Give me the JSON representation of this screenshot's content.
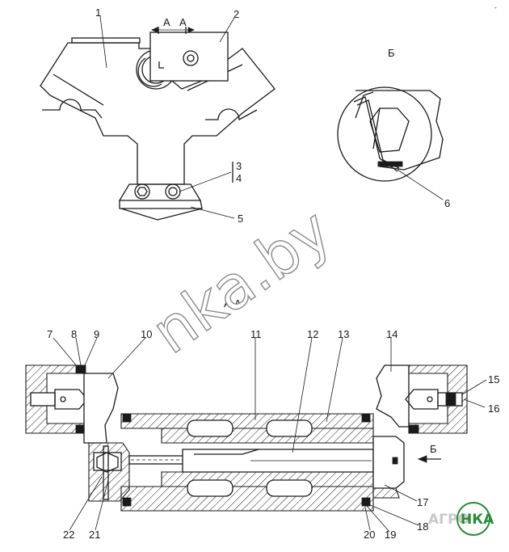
{
  "view_labels": {
    "section_top_left": "А",
    "section_top_right": "А",
    "view_b": "Б",
    "section_title": "А-А",
    "arrow_b": "Б"
  },
  "callouts": [
    "1",
    "2",
    "3",
    "4",
    "5",
    "6",
    "7",
    "8",
    "9",
    "10",
    "11",
    "12",
    "13",
    "14",
    "15",
    "16",
    "17",
    "18",
    "19",
    "20",
    "21",
    "22"
  ],
  "watermark": "nka.by",
  "logo": {
    "left": "АГРО",
    "right": "НКА",
    "left_color": "#c9c9c9",
    "right_color": "#2a8a3a"
  },
  "corner_mark": "-"
}
